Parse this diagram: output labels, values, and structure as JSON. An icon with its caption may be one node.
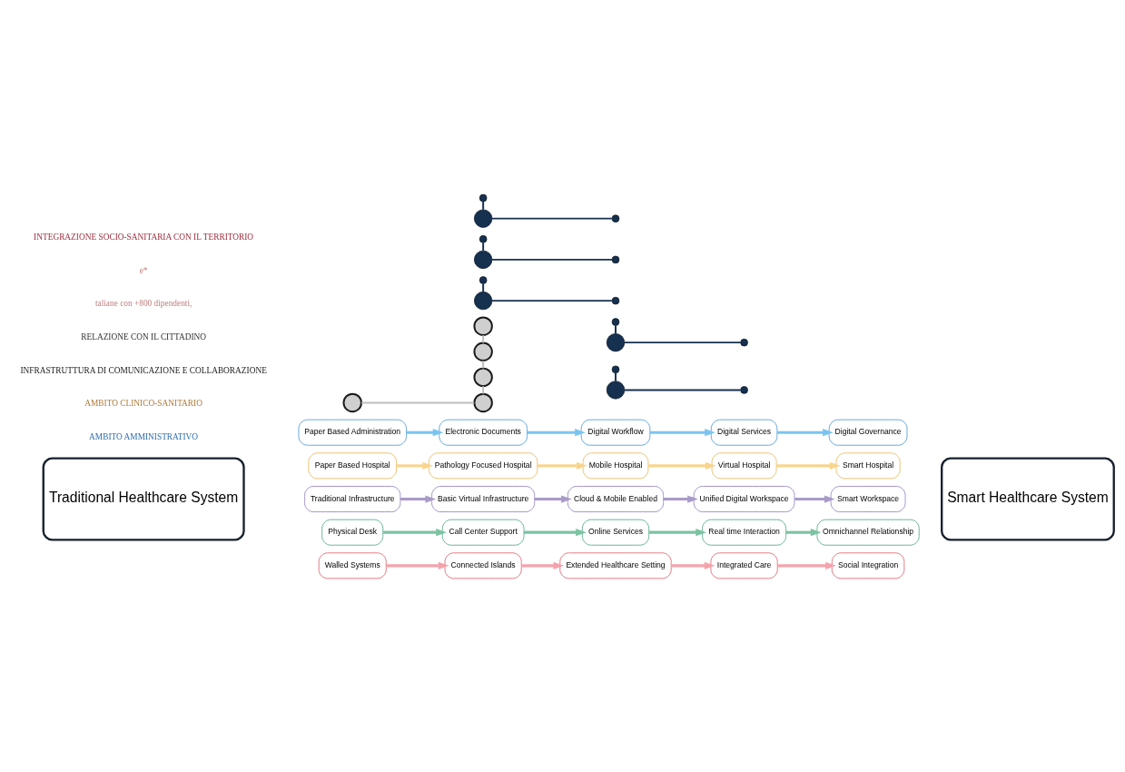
{
  "diagram": {
    "nodes": [
      {
        "text": [
          "Traditional Healthcare System"
        ]
      },
      {
        "text": [
          "Paper Based Administration"
        ]
      },
      {
        "text": [
          "Electronic Documents"
        ]
      },
      {
        "text": [
          "Digital Workflow"
        ]
      },
      {
        "text": [
          "Digital Services"
        ]
      },
      {
        "text": [
          "Digital Governance"
        ]
      },
      {
        "text": [
          "Paper Based Hospital"
        ]
      },
      {
        "text": [
          "Pathology Focused Hospital"
        ]
      },
      {
        "text": [
          "Mobile Hospital"
        ]
      },
      {
        "text": [
          "Virtual Hospital"
        ]
      },
      {
        "text": [
          "Smart Hospital"
        ]
      },
      {
        "text": [
          "Traditional Infrastructure"
        ]
      },
      {
        "text": [
          "Basic Virtual Infrastructure"
        ]
      },
      {
        "text": [
          "Cloud & Mobile Enabled"
        ]
      },
      {
        "text": [
          "Unified Digital Workspace"
        ]
      },
      {
        "text": [
          "Smart Workspace"
        ]
      },
      {
        "text": [
          "Physical Desk"
        ]
      },
      {
        "text": [
          "Call Center Support"
        ]
      },
      {
        "text": [
          "Online Services"
        ]
      },
      {
        "text": [
          "Real time Interaction"
        ]
      },
      {
        "text": [
          "Omnichannel Relationship"
        ]
      },
      {
        "text": [
          "Walled Systems"
        ]
      },
      {
        "text": [
          "Connected Islands"
        ]
      },
      {
        "text": [
          "Extended Healthcare Setting"
        ]
      },
      {
        "text": [
          "Integrated Care"
        ]
      },
      {
        "text": [
          "Social Integration"
        ]
      },
      {
        "text": [
          "Smart Healthcare System"
        ]
      },
      {
        "text": [],
        "shape": "circle"
      },
      {
        "text": [],
        "shape": "circle"
      },
      {
        "text": [],
        "shape": "circle"
      },
      {
        "text": [],
        "shape": "circle"
      },
      {
        "text": [],
        "shape": "circle"
      },
      {
        "text": [],
        "shape": "circle"
      },
      {
        "text": [],
        "shape": "circle"
      },
      {
        "text": [],
        "shape": "circle"
      },
      {
        "text": [],
        "shape": "circle"
      },
      {
        "text": [],
        "shape": "circle"
      },
      {
        "text": [],
        "shape": "circle"
      },
      {
        "text": [],
        "shape": "circle"
      },
      {
        "text": [],
        "shape": "circle"
      },
      {
        "text": [],
        "shape": "circle"
      },
      {
        "text": [],
        "shape": "circle"
      },
      {
        "text": [],
        "shape": "circle"
      },
      {
        "text": [],
        "shape": "circle"
      },
      {
        "text": [],
        "shape": "circle"
      },
      {
        "text": [],
        "shape": "circle"
      },
      {
        "text": [],
        "shape": "circle"
      }
    ],
    "edges": [
      {
        "from": 1,
        "to": 2,
        "arrow": "to",
        "color": "#7cc4f0"
      },
      {
        "from": 2,
        "to": 3,
        "arrow": "to",
        "color": "#7cc4f0"
      },
      {
        "from": 3,
        "to": 4,
        "arrow": "to",
        "color": "#7cc4f0"
      },
      {
        "from": 4,
        "to": 5,
        "arrow": "to",
        "color": "#7cc4f0"
      },
      {
        "from": 6,
        "to": 7,
        "arrow": "to",
        "color": "#f7d58e"
      },
      {
        "from": 7,
        "to": 8,
        "arrow": "to",
        "color": "#f7d58e"
      },
      {
        "from": 8,
        "to": 9,
        "arrow": "to",
        "color": "#f7d58e"
      },
      {
        "from": 9,
        "to": 10,
        "arrow": "to",
        "color": "#f7d58e"
      },
      {
        "from": 11,
        "to": 12,
        "arrow": "to",
        "color": "#a99bc8"
      },
      {
        "from": 12,
        "to": 13,
        "arrow": "to",
        "color": "#a99bc8"
      },
      {
        "from": 13,
        "to": 14,
        "arrow": "to",
        "color": "#a99bc8"
      },
      {
        "from": 14,
        "to": 15,
        "arrow": "to",
        "color": "#a99bc8"
      },
      {
        "from": 16,
        "to": 17,
        "arrow": "to",
        "color": "#7cc3a3"
      },
      {
        "from": 17,
        "to": 18,
        "arrow": "to",
        "color": "#7cc3a3"
      },
      {
        "from": 18,
        "to": 19,
        "arrow": "to",
        "color": "#7cc3a3"
      },
      {
        "from": 19,
        "to": 20,
        "arrow": "to",
        "color": "#7cc3a3"
      },
      {
        "from": 21,
        "to": 22,
        "arrow": "to",
        "color": "#f4a3ab"
      },
      {
        "from": 22,
        "to": 23,
        "arrow": "to",
        "color": "#f4a3ab"
      },
      {
        "from": 23,
        "to": 24,
        "arrow": "to",
        "color": "#f4a3ab"
      },
      {
        "from": 24,
        "to": 25,
        "arrow": "to",
        "color": "#f4a3ab"
      },
      {
        "from": 27,
        "to": 28,
        "arrow": "none",
        "color": "#bdbdbd"
      },
      {
        "from": 28,
        "to": 29,
        "arrow": "none",
        "color": "#bdbdbd"
      },
      {
        "from": 29,
        "to": 30,
        "arrow": "none",
        "color": "#bdbdbd"
      },
      {
        "from": 30,
        "to": 31,
        "arrow": "none",
        "color": "#bdbdbd"
      },
      {
        "from": 32,
        "to": 33,
        "arrow": "none",
        "color": "#16304f"
      },
      {
        "from": 33,
        "to": 34,
        "arrow": "none",
        "color": "#16304f"
      },
      {
        "from": 35,
        "to": 36,
        "arrow": "none",
        "color": "#16304f"
      },
      {
        "from": 36,
        "to": 37,
        "arrow": "none",
        "color": "#16304f"
      },
      {
        "from": 38,
        "to": 39,
        "arrow": "none",
        "color": "#16304f"
      },
      {
        "from": 39,
        "to": 40,
        "arrow": "none",
        "color": "#16304f"
      },
      {
        "from": 41,
        "to": 42,
        "arrow": "none",
        "color": "#16304f"
      },
      {
        "from": 42,
        "to": 43,
        "arrow": "none",
        "color": "#16304f"
      },
      {
        "from": 44,
        "to": 45,
        "arrow": "none",
        "color": "#16304f"
      },
      {
        "from": 45,
        "to": 46,
        "arrow": "none",
        "color": "#16304f"
      }
    ],
    "labels": [
      "AMBITO AMMINISTRATIVO",
      "AMBITO CLINICO-SANITARIO",
      "INFRASTRUTTURA DI COMUNICAZIONE E COLLABORAZIONE",
      "RELAZIONE CON IL CITTADINO",
      "taliane con +800 dipendenti,",
      "e*",
      "INTEGRAZIONE SOCIO-SANITARIA CON IL TERRITORIO"
    ]
  }
}
